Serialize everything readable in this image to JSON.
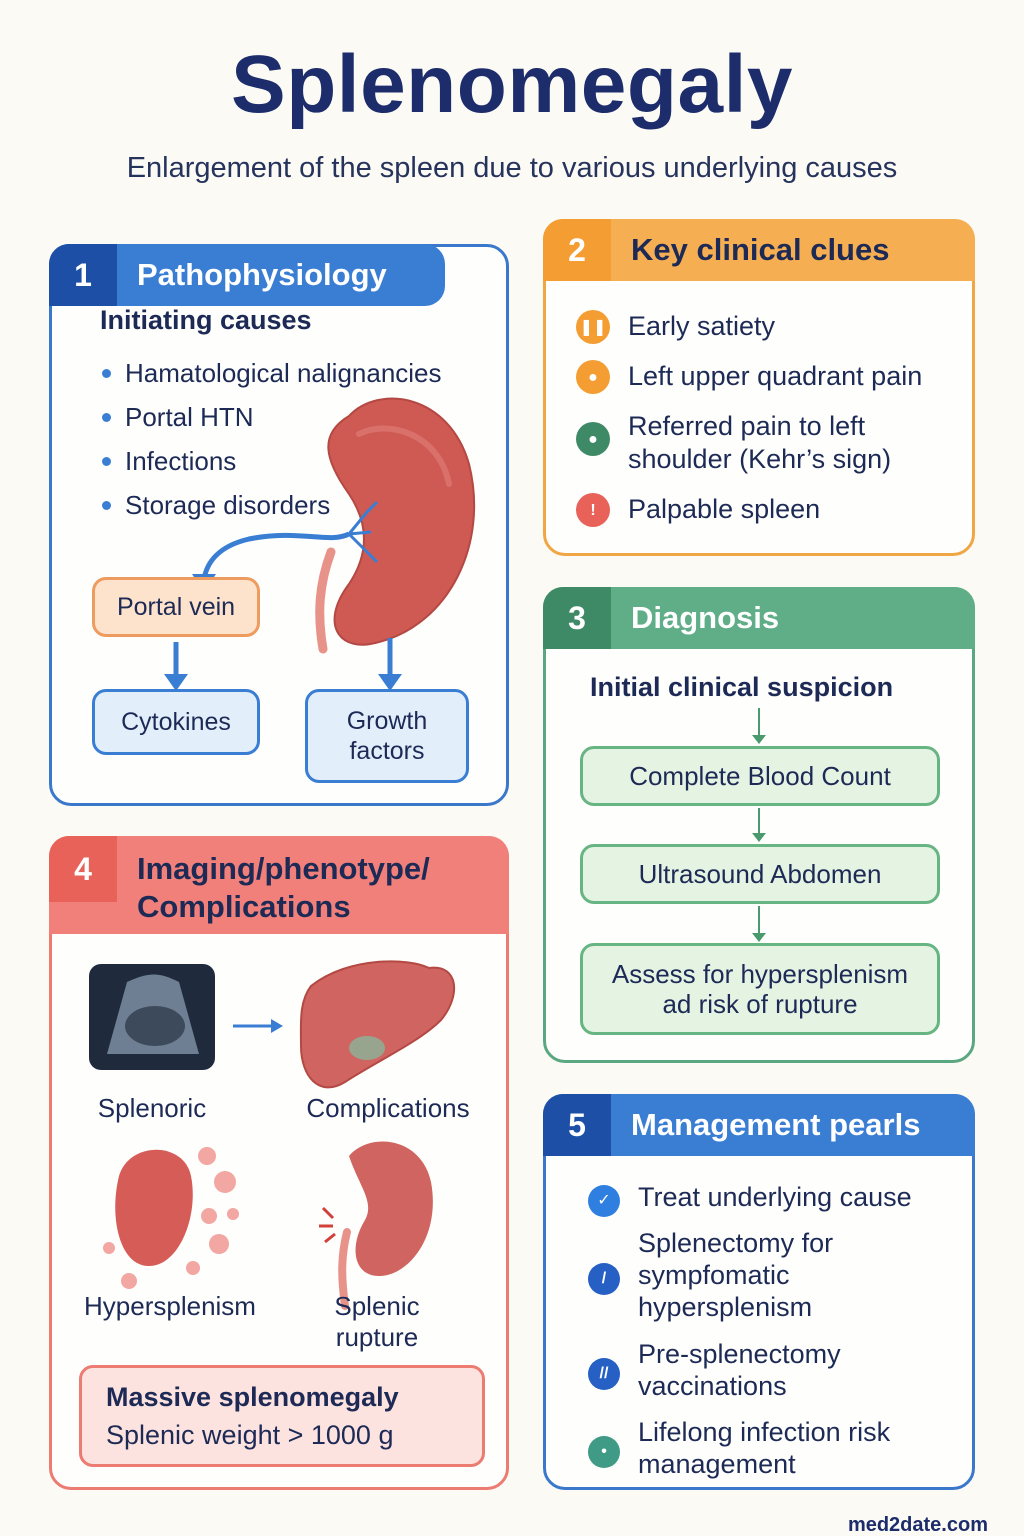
{
  "title": "Splenomegaly",
  "subtitle": "Enlargement of the spleen due to various underlying causes",
  "panels": {
    "pathophysiology": {
      "number": "1",
      "title": "Pathophysiology",
      "subheading": "Initiating causes",
      "causes": [
        "Hamatological nalignancies",
        "Portal HTN",
        "Infections",
        "Storage disorders"
      ],
      "portal_vein": "Portal vein",
      "cytokines": "Cytokines",
      "growth_factors": "Growth factors"
    },
    "clinical_clues": {
      "number": "2",
      "title": "Key clinical clues",
      "items": [
        "Early satiety",
        "Left upper quadrant pain",
        "Referred pain to left shoulder (Kehr’s sign)",
        "Palpable spleen"
      ]
    },
    "diagnosis": {
      "number": "3",
      "title": "Diagnosis",
      "start": "Initial clinical suspicion",
      "steps": [
        "Complete Blood Count",
        "Ultrasound Abdomen",
        "Assess for hypersplenism ad risk of rupture"
      ]
    },
    "imaging": {
      "number": "4",
      "title": "Imaging/phenotype/ Complications",
      "captions": [
        "Splenoric",
        "Complications",
        "Hypersplenism",
        "Splenic rupture"
      ],
      "massive_title": "Massive splenomegaly",
      "massive_desc": "Splenic weight > 1000 g"
    },
    "management": {
      "number": "5",
      "title": "Management pearls",
      "items": [
        "Treat underlying cause",
        "Splenectomy for sympfomatic hypersplenism",
        "Pre-splenectomy vaccinations",
        "Lifelong infection risk management"
      ]
    }
  },
  "watermark": "med2date.com",
  "colors": {
    "blue": "#3a7ed4",
    "orange": "#f6ae52",
    "green": "#5fae88",
    "red": "#f2807a",
    "navy": "#1d2d6b"
  }
}
